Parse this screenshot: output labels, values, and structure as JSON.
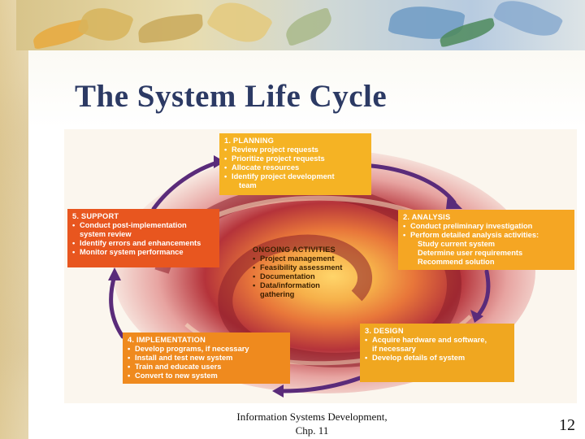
{
  "slide": {
    "title": "The System Life Cycle",
    "footer_line1": "Information Systems Development,",
    "footer_line2": "Chp. 11",
    "page_number": "12"
  },
  "diagram": {
    "planning": {
      "heading": "1. PLANNING",
      "items": [
        "Review project requests",
        "Prioritize project requests",
        "Allocate resources",
        "Identify project development"
      ],
      "continuation": "team"
    },
    "analysis": {
      "heading": "2. ANALYSIS",
      "items": [
        "Conduct preliminary investigation",
        "Perform detailed analysis activities:"
      ],
      "subitems": [
        "Study current system",
        "Determine user requirements",
        "Recommend solution"
      ]
    },
    "design": {
      "heading": "3. DESIGN",
      "items": [
        "Acquire hardware and software,",
        "Develop details of system"
      ],
      "continuation": "if necessary"
    },
    "implementation": {
      "heading": "4. IMPLEMENTATION",
      "items": [
        "Develop programs, if necessary",
        "Install and test new system",
        "Train and educate users",
        "Convert to new system"
      ]
    },
    "support": {
      "heading": "5. SUPPORT",
      "items": [
        "Conduct post-implementation",
        "Identify errors and enhancements",
        "Monitor system performance"
      ],
      "continuation": "system review"
    },
    "ongoing": {
      "heading": "ONGOING ACTIVITIES",
      "items": [
        "Project management",
        "Feasibility assessment",
        "Documentation",
        "Data/information"
      ],
      "continuation": "gathering"
    }
  },
  "colors": {
    "title": "#2c3a64",
    "arrow": "#5a2b7a",
    "planning": "#f5b324",
    "analysis": "#f5a623",
    "support": "#e8561f",
    "design": "#f0a720",
    "implementation": "#ef8a1e"
  }
}
